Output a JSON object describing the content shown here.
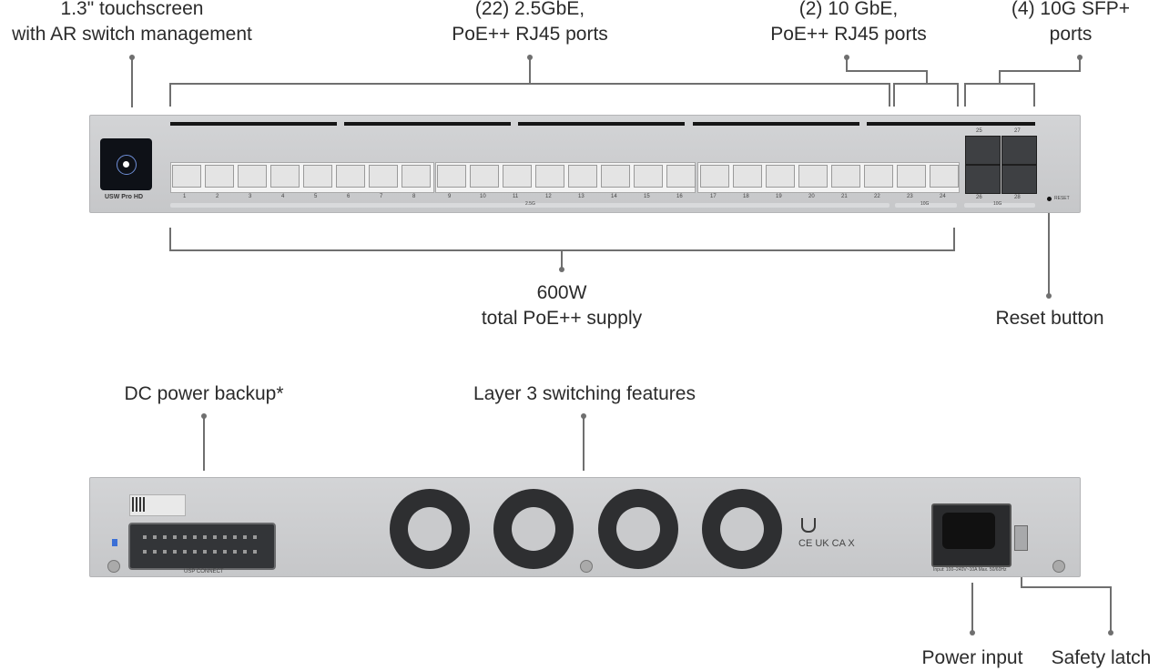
{
  "front": {
    "callouts": {
      "touchscreen": [
        "1.3\" touchscreen",
        "with AR switch management"
      ],
      "rj45_25": [
        "(22) 2.5GbE,",
        "PoE++ RJ45 ports"
      ],
      "rj45_10": [
        "(2)  10 GbE,",
        "PoE++ RJ45 ports"
      ],
      "sfp": [
        "(4) 10G SFP+",
        "ports"
      ],
      "poe_supply": [
        "600W",
        "total PoE++ supply"
      ],
      "reset": [
        "Reset button"
      ]
    },
    "model_label": "USW Pro HD",
    "reset_label": "RESET",
    "group_2g5": "2.5G",
    "group_10g": "10G",
    "group_sfp": "10G",
    "port_numbers": [
      "1",
      "2",
      "3",
      "4",
      "5",
      "6",
      "7",
      "8",
      "9",
      "10",
      "11",
      "12",
      "13",
      "14",
      "15",
      "16",
      "17",
      "18",
      "19",
      "20",
      "21",
      "22",
      "23",
      "24"
    ],
    "sfp_numbers": [
      "25",
      "27",
      "26",
      "28"
    ]
  },
  "rear": {
    "callouts": {
      "dc_backup": "DC power backup*",
      "layer3": "Layer 3 switching features",
      "power_input": "Power input",
      "safety_latch": "Safety latch"
    },
    "usp_label": "USP CONNECT",
    "input_label": "Input: 100–240V~10A Max. 50/60Hz",
    "compliance_marks": "CE UK CA X"
  }
}
